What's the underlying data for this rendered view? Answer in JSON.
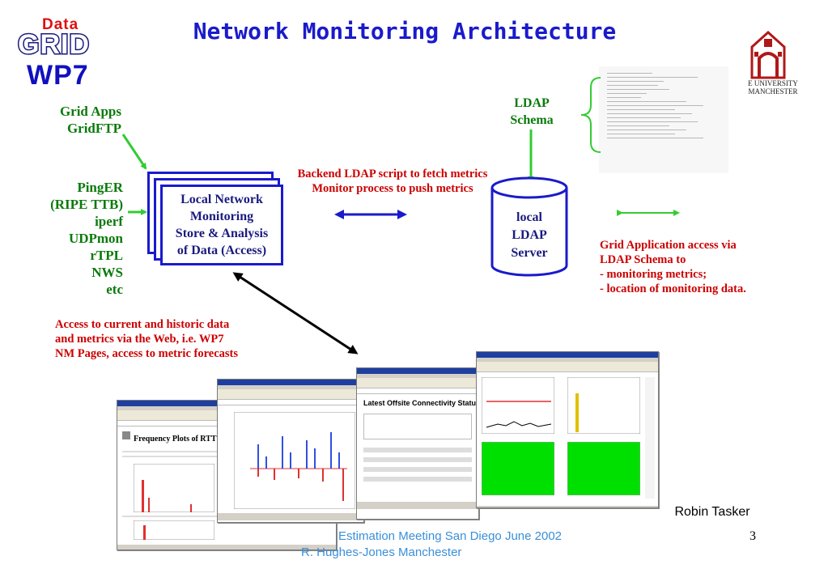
{
  "title": "Network Monitoring Architecture",
  "logo": {
    "data": "Data",
    "grid": "GRID",
    "wp7": "WP7"
  },
  "university": {
    "line1": "E UNIVERSITY",
    "line2": "MANCHESTER"
  },
  "left_sources_top": [
    "Grid Apps",
    "GridFTP"
  ],
  "left_sources_bottom": [
    "PingER",
    "(RIPE TTB)",
    "iperf",
    "UDPmon",
    "rTPL",
    "NWS",
    "etc"
  ],
  "store_box": [
    "Local Network",
    "Monitoring",
    "Store & Analysis",
    "of Data (Access)"
  ],
  "backend_note": [
    "Backend LDAP script to fetch metrics",
    "Monitor process to push metrics"
  ],
  "ldap_schema": [
    "LDAP",
    "Schema"
  ],
  "ldap_server": [
    "local",
    "LDAP",
    "Server"
  ],
  "grid_access_note": [
    "Grid Application access via",
    "LDAP Schema to",
    "- monitoring metrics;",
    "- location of monitoring data."
  ],
  "web_access_note": [
    "Access to current and historic data",
    "and metrics via the Web, i.e. WP7",
    "NM Pages, access to metric forecasts"
  ],
  "screenshot_captions": {
    "rtt": "Frequency Plots of RTT from",
    "offsite": "Latest Offsite Connectivity Status to Da"
  },
  "author": "Robin Tasker",
  "footer": {
    "line1": "Estimation Meeting San Diego June 2002",
    "line2": "R. Hughes-Jones  Manchester"
  },
  "page_number": "3",
  "colors": {
    "title": "#1a1acc",
    "green": "#0a7a0a",
    "red": "#cc0000",
    "footer": "#3a8fd8",
    "arrow_green": "#33cc33",
    "arrow_blue": "#1a1acc"
  }
}
